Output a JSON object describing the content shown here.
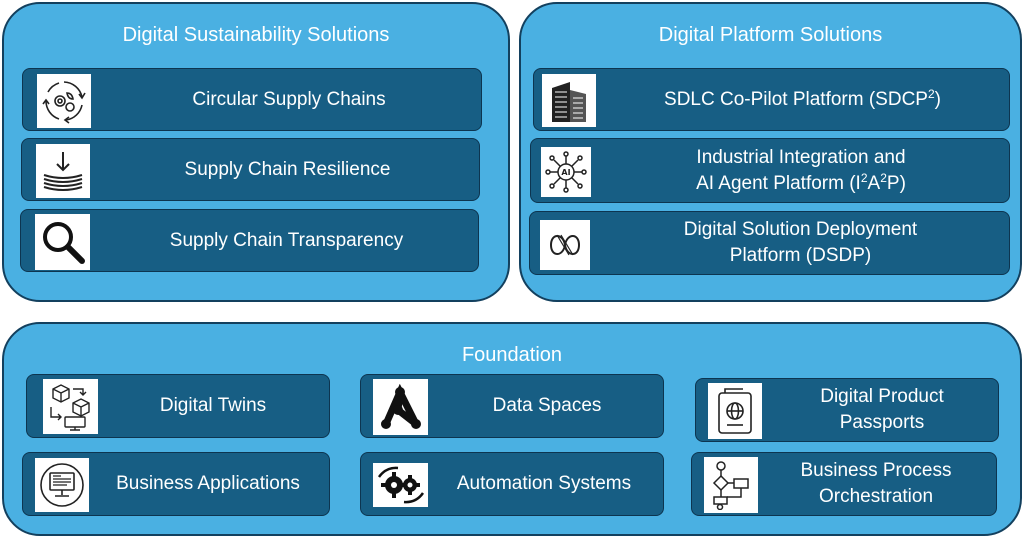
{
  "sustainability": {
    "title": "Digital Sustainability Solutions",
    "items": [
      {
        "label": "Circular Supply Chains",
        "icon": "circular-arrows-gear-icon"
      },
      {
        "label": "Supply Chain Resilience",
        "icon": "layers-arrow-down-icon"
      },
      {
        "label": "Supply Chain Transparency",
        "icon": "magnifier-icon"
      }
    ]
  },
  "platform": {
    "title": "Digital Platform Solutions",
    "items": [
      {
        "label": "SDLC Co-Pilot Platform (SDCP",
        "sup": "2",
        "suffix": ")",
        "icon": "building-icon"
      },
      {
        "line1": "Industrial Integration and",
        "line2_a": "AI Agent Platform (I",
        "sup1": "2",
        "line2_b": "A",
        "sup2": "2",
        "line2_c": "P)",
        "icon": "ai-network-icon"
      },
      {
        "line1": "Digital Solution Deployment",
        "line2": "Platform (DSDP)",
        "icon": "infinity-loop-icon"
      }
    ]
  },
  "foundation": {
    "title": "Foundation",
    "items": [
      {
        "label": "Digital Twins",
        "icon": "cubes-monitor-icon"
      },
      {
        "label": "Data Spaces",
        "icon": "node-graph-icon"
      },
      {
        "line1": "Digital Product",
        "line2": "Passports",
        "icon": "passport-icon"
      },
      {
        "label": "Business Applications",
        "icon": "monitor-app-icon"
      },
      {
        "label": "Automation Systems",
        "icon": "gears-cycle-icon"
      },
      {
        "line1": "Business Process",
        "line2": "Orchestration",
        "icon": "flowchart-icon"
      }
    ]
  },
  "colors": {
    "panel": "#4ab0e2",
    "card": "#175e84",
    "border": "#13405e",
    "text": "#ffffff"
  }
}
